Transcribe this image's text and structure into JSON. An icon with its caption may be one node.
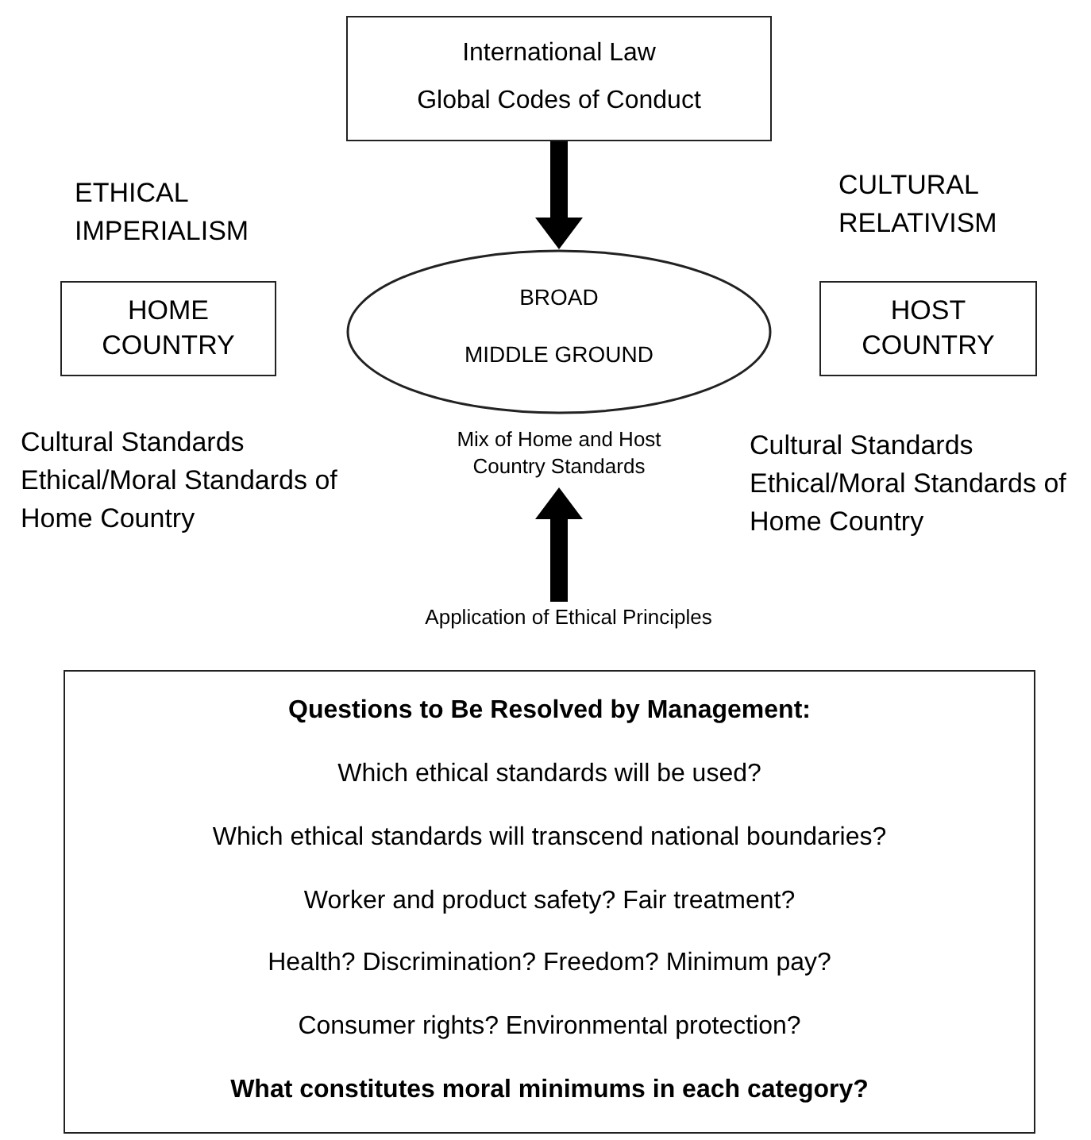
{
  "diagram": {
    "nodes": [
      {
        "text": [
          "International Law",
          "Global Codes of Conduct"
        ]
      },
      {
        "text": [
          "BROAD",
          "MIDDLE GROUND"
        ],
        "beside": [
          "Mix of Home and Host Country Standards"
        ]
      },
      {
        "text": [
          "HOME COUNTRY"
        ],
        "beside": [
          "ETHICAL IMPERIALISM"
        ]
      },
      {
        "text": [
          "HOST COUNTRY"
        ],
        "beside": [
          "CULTURAL RELATIVISM"
        ]
      },
      {
        "text": [
          "Application of Ethical Principles"
        ]
      },
      {
        "text": [
          "Questions to Be Resolved by Management:",
          "Which ethical standards will be used?",
          "Which ethical standards will transcend national boundaries?",
          "Worker and product safety? Fair treatment?",
          "Health? Discrimination? Freedom? Minimum pay?",
          "Consumer rights? Environmental protection?",
          "What constitutes moral minimums in each category?"
        ]
      }
    ],
    "edges": [
      {
        "from": 0,
        "to": 1,
        "arrow": "to"
      },
      {
        "from": 4,
        "to": 1,
        "arrow": "to"
      }
    ],
    "labels": [
      "Cultural Standards Ethical/Moral Standards of Home Country",
      "Cultural Standards Ethical/Moral Standards of Home Country"
    ]
  }
}
